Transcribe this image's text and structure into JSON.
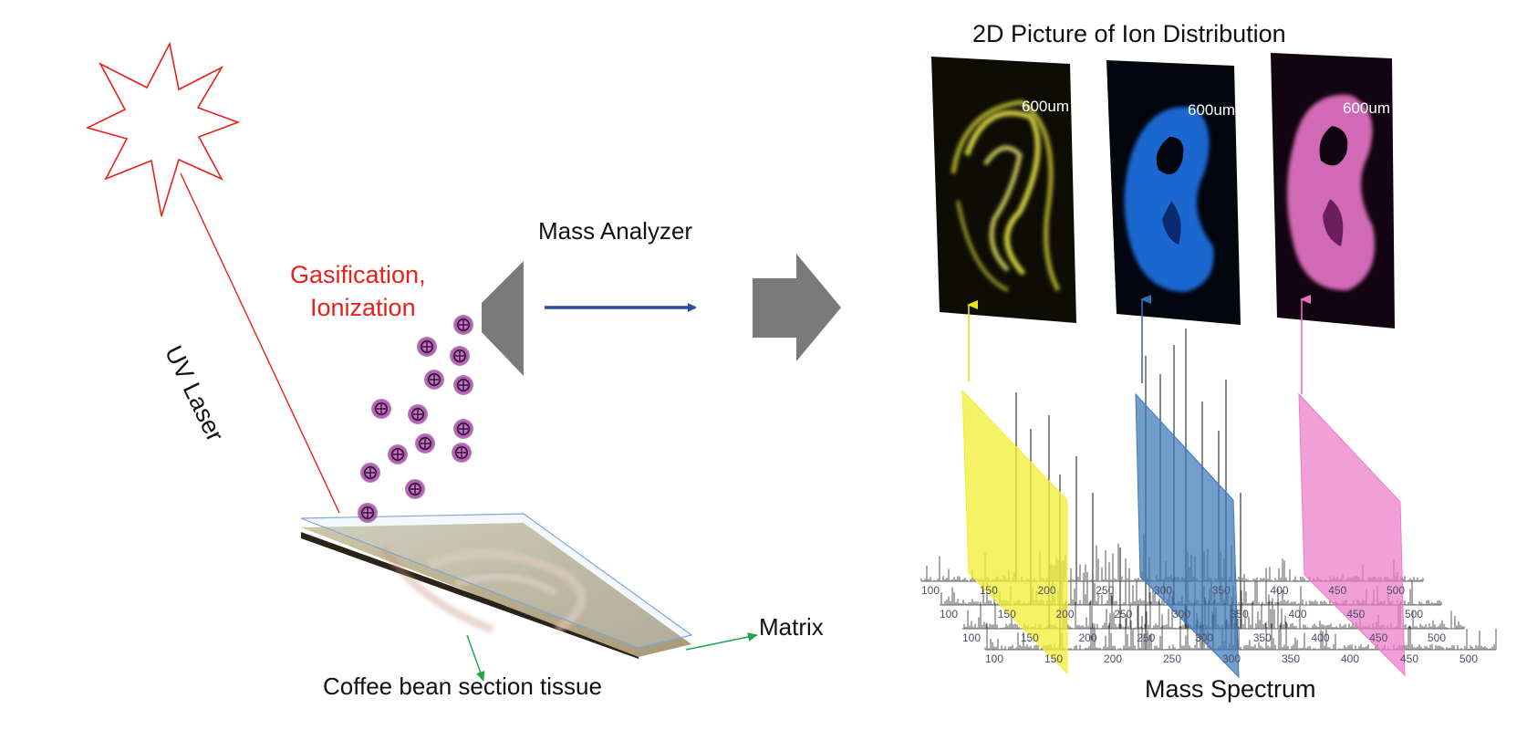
{
  "labels": {
    "laser": "UV Laser",
    "gasification_line1": "Gasification,",
    "gasification_line2": "Ionization",
    "mass_analyzer": "Mass Analyzer",
    "title_2d": "2D Picture of Ion Distribution",
    "matrix": "Matrix",
    "tissue": "Coffee bean section tissue",
    "mass_spectrum": "Mass Spectrum",
    "scale_bar": "600um"
  },
  "ion_symbol": "⊕",
  "colors": {
    "laser": "#e8201a",
    "ion": "#b04ab0",
    "analyzer": "#7a7a7a",
    "arrow_blue": "#2a4c9c",
    "slice_yellow": "#f2ee3a",
    "slice_blue": "#3c78b8",
    "slice_pink": "#ea7cc8",
    "spectrum": "#444444"
  },
  "spectra_axis_rows": [
    [
      "100",
      "150",
      "200",
      "250",
      "300",
      "350",
      "400",
      "450",
      "500"
    ],
    [
      "100",
      "150",
      "200",
      "250",
      "300",
      "350",
      "400",
      "450",
      "500"
    ],
    [
      "100",
      "150",
      "200",
      "250",
      "300",
      "350",
      "400",
      "450",
      "500"
    ],
    [
      "100",
      "150",
      "200",
      "250",
      "300",
      "350",
      "400",
      "450",
      "500"
    ]
  ]
}
